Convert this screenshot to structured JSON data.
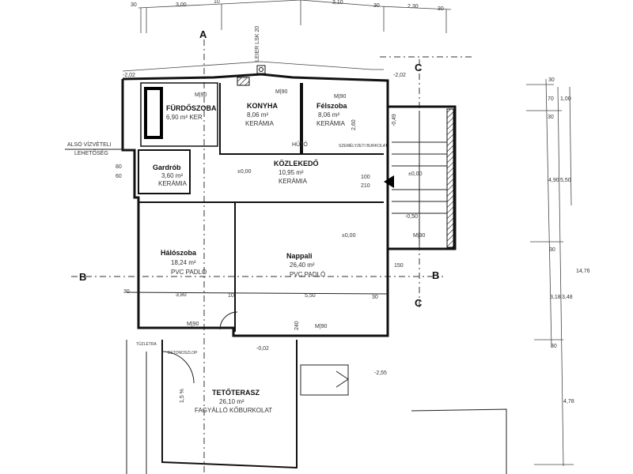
{
  "rooms": [
    {
      "name": "FÜRDŐSZOBA",
      "area": "6,90 m² KER",
      "floor": ""
    },
    {
      "name": "KONYHA",
      "area": "8,06 m²",
      "floor": "KERÁMIA"
    },
    {
      "name": "Félszoba",
      "area": "8,06 m²",
      "floor": "KERÁMIA"
    },
    {
      "name": "Gardrób",
      "area": "3,60 m²",
      "floor": "KERÁMIA"
    },
    {
      "name": "KÖZLEKEDŐ",
      "area": "10,95 m²",
      "floor": "KERÁMIA"
    },
    {
      "name": "Hálószoba",
      "area": "18,24 m²",
      "floor": "PVC PADLÓ"
    },
    {
      "name": "Nappali",
      "area": "26,40 m²",
      "floor": "PVC PADLÓ"
    },
    {
      "name": "TETŐTERASZ",
      "area": "26,10 m²",
      "floor": "FAGYÁLLÓ KŐBURKOLAT"
    }
  ],
  "labels": {
    "water": "ALSÓ VÍZVÉTELI",
    "water2": "LEHETŐSÉG",
    "chimney": "LEIER LSK 20",
    "fridge": "HŰTŐ",
    "utility": "SZEMÉLYZETI BURKOLAT",
    "outlet": "TŰZLÉTRA",
    "concrete": "BETONOSZLOP",
    "slope": "1,5 %"
  },
  "levels": {
    "l1": "-2,02",
    "l2": "-2,02",
    "l3": "±0,00",
    "l4": "±0,00",
    "l5": "±0,00",
    "l6": "-0,02",
    "l7": "-2,55",
    "l8": "-0,50",
    "l9": "-0,49"
  },
  "axes": {
    "a": "A",
    "b1": "B",
    "b2": "B",
    "c1": "C",
    "c2": "C"
  },
  "dims_top": [
    "30",
    "3,00",
    "10",
    "3,10",
    "30",
    "2,30",
    "30"
  ],
  "dims_right": [
    "30",
    "70",
    "1,00",
    "30",
    "4,90",
    "5,50",
    "30",
    "3,18",
    "3,48",
    "30",
    "4,78",
    "14,76"
  ],
  "dims_inner": {
    "d380": "3,80",
    "d550": "5,50",
    "d30a": "30",
    "d10": "10",
    "d30b": "30",
    "m90a": "M|90",
    "m90b": "M|90",
    "m90c": "M|90",
    "m90d": "M|90",
    "m90e": "M|90",
    "m90f": "M|90",
    "d150": "150",
    "d210": "210",
    "d100": "100",
    "d240": "240",
    "d80": "80",
    "d60": "60",
    "d260": "2,60"
  }
}
